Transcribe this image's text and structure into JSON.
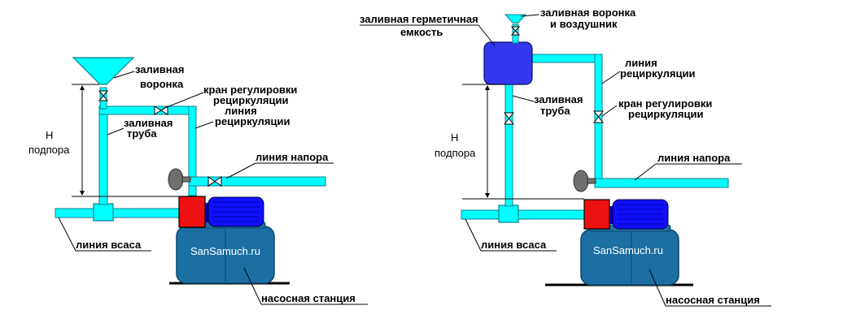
{
  "colors": {
    "pipe": "#00ffff",
    "pipe_stroke": "#0b7f8c",
    "tank_body": "#1b6fa3",
    "tank_body_dark": "#155c88",
    "motor": "#1010ff",
    "motor_dark": "#0000b0",
    "pump_head": "#ee1111",
    "gauge": "#707070",
    "sealed_tank": "#3636ee",
    "funnel": "#00ffff"
  },
  "left": {
    "funnel_label_1": "заливная",
    "funnel_label_2": "воронка",
    "valve_label_1": "кран регулировки",
    "valve_label_2": "рециркуляции",
    "recirc_label_1": "линия",
    "recirc_label_2": "рециркуляции",
    "fill_pipe_label_1": "заливная",
    "fill_pipe_label_2": "труба",
    "h_label": "H",
    "head_label": "подпора",
    "pressure_line_label": "линия напора",
    "suction_line_label": "линия всаса",
    "brand": "SanSamuch.ru",
    "station_label": "насосная станция"
  },
  "right": {
    "sealed_tank_label_1": "заливная герметичная",
    "sealed_tank_label_2": "емкость",
    "funnel_label_1": "заливная воронка",
    "funnel_label_2": "и воздушник",
    "recirc_label_1": "линия",
    "recirc_label_2": "рециркуляции",
    "fill_pipe_label_1": "заливная",
    "fill_pipe_label_2": "труба",
    "valve_label_1": "кран регулировки",
    "valve_label_2": "рециркуляции",
    "h_label": "H",
    "head_label": "подпора",
    "pressure_line_label": "линия напора",
    "suction_line_label": "линия всаса",
    "brand": "SanSamuch.ru",
    "station_label": "насосная станция"
  }
}
